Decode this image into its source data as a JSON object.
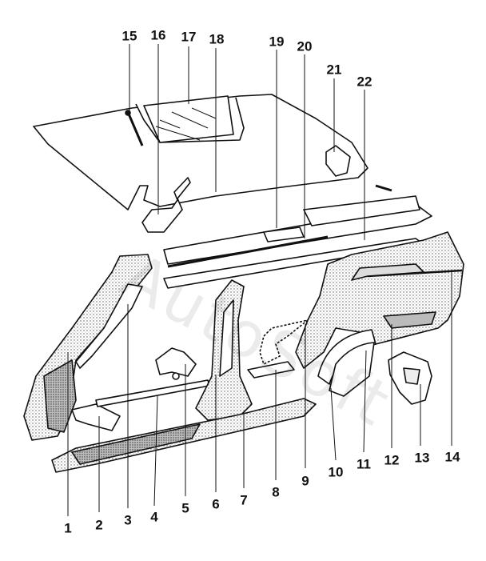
{
  "colors": {
    "line": "#111111",
    "fill_light": "#ffffff",
    "fill_shade": "#cfcfcf",
    "fill_dark": "#7a7a7a"
  },
  "callouts": [
    {
      "id": "1",
      "label": "1"
    },
    {
      "id": "2",
      "label": "2"
    },
    {
      "id": "3",
      "label": "3"
    },
    {
      "id": "4",
      "label": "4"
    },
    {
      "id": "5",
      "label": "5"
    },
    {
      "id": "6",
      "label": "6"
    },
    {
      "id": "7",
      "label": "7"
    },
    {
      "id": "8",
      "label": "8"
    },
    {
      "id": "9",
      "label": "9"
    },
    {
      "id": "10",
      "label": "10"
    },
    {
      "id": "11",
      "label": "11"
    },
    {
      "id": "12",
      "label": "12"
    },
    {
      "id": "13",
      "label": "13"
    },
    {
      "id": "14",
      "label": "14"
    },
    {
      "id": "15",
      "label": "15"
    },
    {
      "id": "16",
      "label": "16"
    },
    {
      "id": "17",
      "label": "17"
    },
    {
      "id": "18",
      "label": "18"
    },
    {
      "id": "19",
      "label": "19"
    },
    {
      "id": "20",
      "label": "20"
    },
    {
      "id": "21",
      "label": "21"
    },
    {
      "id": "22",
      "label": "22"
    }
  ],
  "watermark": "AutoSoft"
}
